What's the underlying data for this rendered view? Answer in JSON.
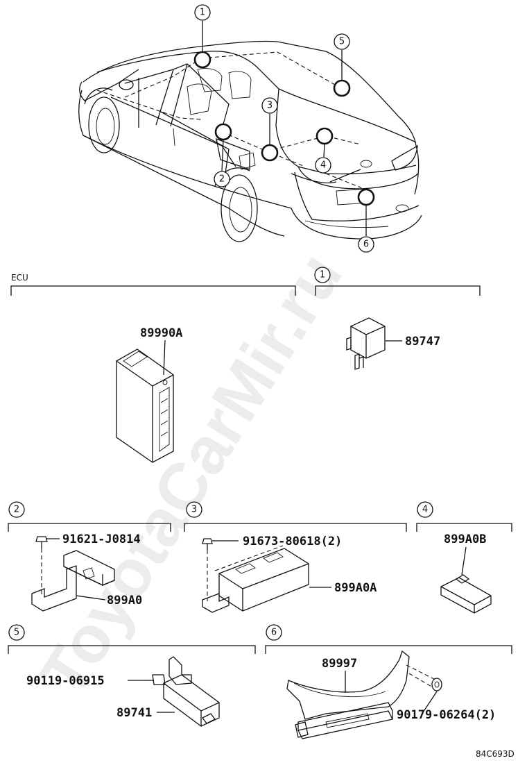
{
  "watermark": "ToyotaCarMir.ru",
  "diagram_code": "84C693D",
  "section_label_ecu": "ECU",
  "callouts": [
    "1",
    "2",
    "3",
    "4",
    "5",
    "6"
  ],
  "parts": {
    "ecu": "89990A",
    "sensor_1": "89747",
    "bolt_2": "91621-J0814",
    "module_2": "899A0",
    "bolt_3": "91673-80618(2)",
    "module_3": "899A0A",
    "module_4": "899A0B",
    "bolt_5": "90119-06915",
    "module_5": "89741",
    "bracket_6": "89997",
    "nut_6": "90179-06264(2)"
  }
}
